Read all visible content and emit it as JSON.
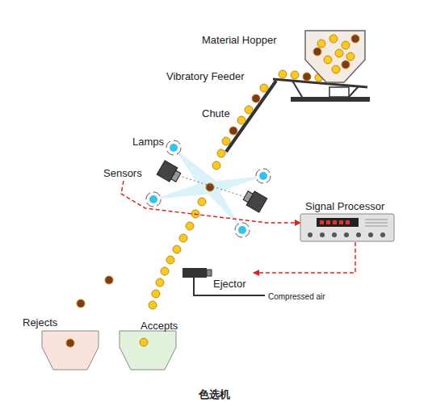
{
  "diagram": {
    "caption": "色选机",
    "nodes": [
      {
        "text": [
          "Material Hopper"
        ]
      },
      {
        "text": [
          "Sensors"
        ]
      },
      {
        "text": [
          "Signal Processor"
        ]
      },
      {
        "text": [
          "Ejector"
        ]
      },
      {
        "text": [
          "Rejects"
        ]
      },
      {
        "text": [
          "Accepts"
        ]
      }
    ],
    "edges": [
      {
        "from": 1,
        "to": 2,
        "arrow": "to"
      },
      {
        "from": 2,
        "to": 3,
        "arrow": "to"
      }
    ],
    "labels": [
      "Vibratory Feeder",
      "Chute",
      "Lamps",
      "Compressed air"
    ]
  }
}
